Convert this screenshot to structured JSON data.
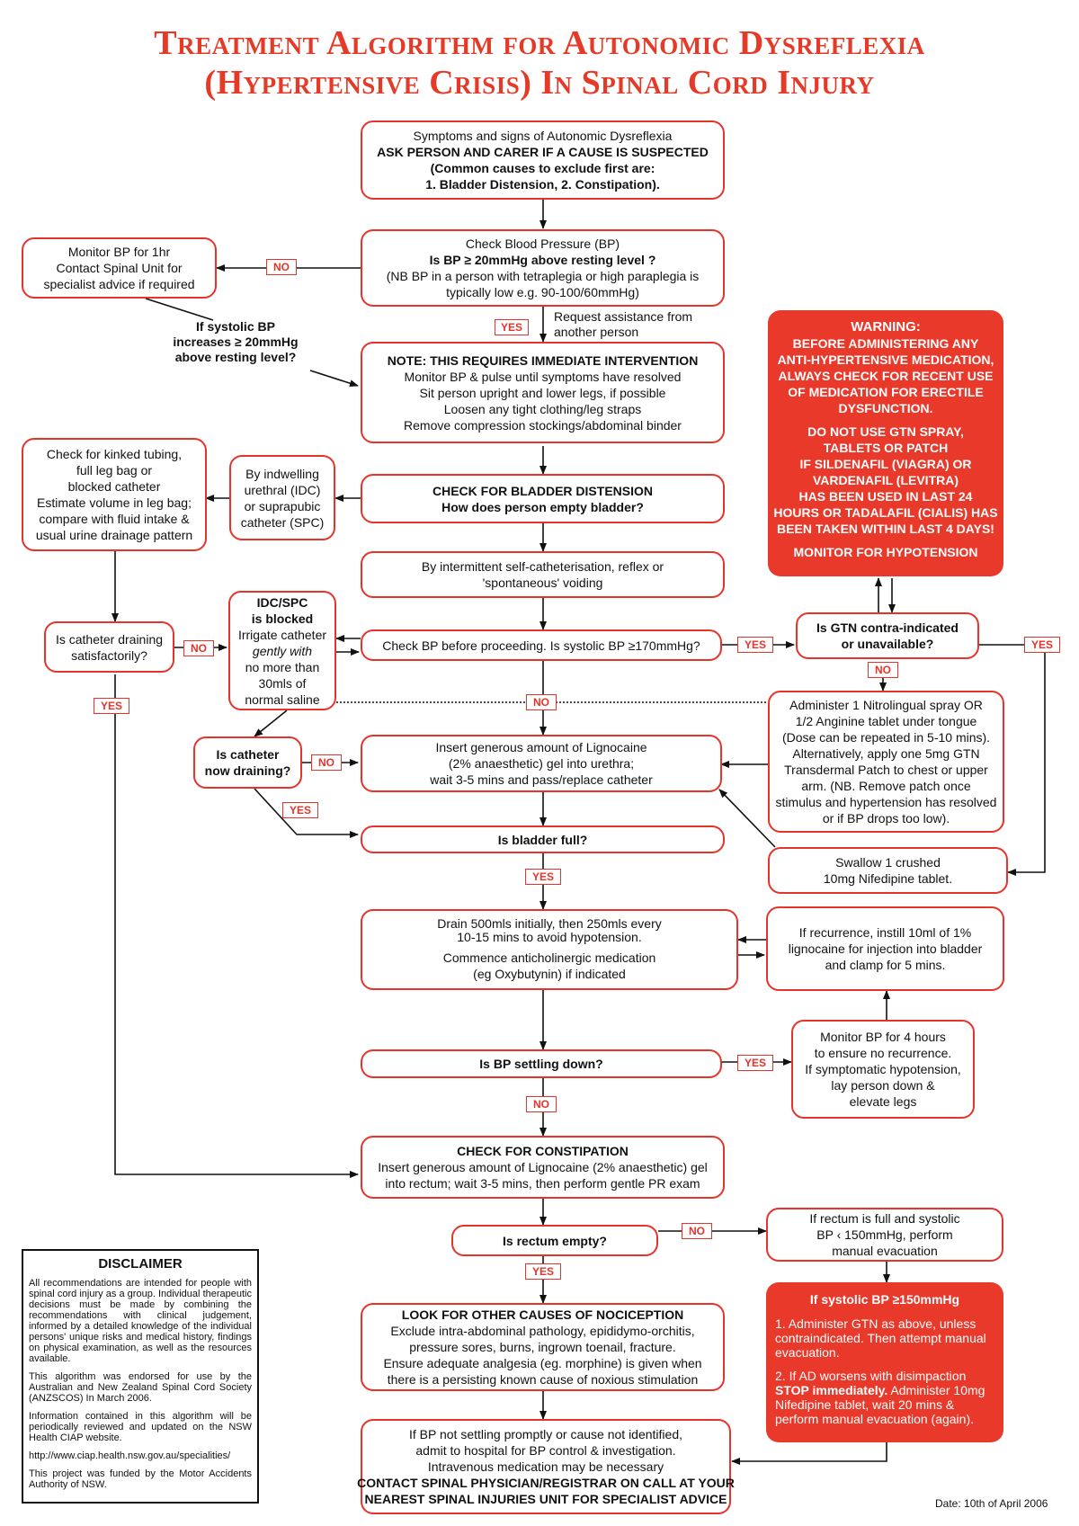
{
  "title": {
    "line1": "Treatment Algorithm  for Autonomic Dysreflexia",
    "line2": "(Hypertensive Crisis) In Spinal Cord Injury"
  },
  "colors": {
    "accent": "#e5342a",
    "warning_fill": "#e8392b",
    "text": "#111111"
  },
  "boxes": {
    "symptoms": {
      "lines": [
        "Symptoms and signs of Autonomic Dysreflexia",
        "ASK PERSON AND CARER IF A CAUSE IS SUSPECTED",
        "(Common causes to exclude first are:",
        "1. Bladder Distension,   2. Constipation)."
      ]
    },
    "check_bp": {
      "lines": [
        "Check Blood Pressure (BP)",
        "Is BP ≥ 20mmHg above resting level ?",
        "(NB BP in a person with tetraplegia or high paraplegia is",
        "typically low e.g. 90-100/60mmHg)"
      ]
    },
    "monitor_1hr": {
      "lines": [
        "Monitor BP for 1hr",
        "Contact Spinal Unit for",
        "specialist advice if required"
      ]
    },
    "request_assist": {
      "lines": [
        "Request assistance from",
        "another person"
      ]
    },
    "systolic_q": {
      "lines": [
        "If systolic BP",
        "increases ≥ 20mmHg",
        "above resting level?"
      ]
    },
    "note": {
      "lines": [
        "NOTE: THIS REQUIRES IMMEDIATE INTERVENTION",
        "Monitor BP & pulse until symptoms have resolved",
        "Sit person upright and lower legs, if possible",
        "Loosen any tight clothing/leg straps",
        "Remove compression stockings/abdominal binder"
      ]
    },
    "kinked": {
      "lines": [
        "Check for kinked tubing,",
        "full leg bag or",
        "blocked catheter",
        "Estimate volume in leg bag;",
        "compare with fluid intake &",
        "usual urine drainage pattern"
      ]
    },
    "indwelling": {
      "lines": [
        "By indwelling",
        "urethral (IDC)",
        "or suprapubic",
        "catheter (SPC)"
      ]
    },
    "bladder_dist": {
      "lines": [
        "CHECK FOR BLADDER DISTENSION",
        "How does person empty bladder?"
      ]
    },
    "intermittent": {
      "lines": [
        "By intermittent self-catheterisation, reflex or",
        "'spontaneous' voiding"
      ]
    },
    "idc_blocked": {
      "lines": [
        "IDC/SPC",
        "is blocked",
        "Irrigate catheter",
        "gently with",
        "no more than",
        "30mls of",
        "normal saline"
      ]
    },
    "cath_draining": {
      "lines": [
        "Is catheter draining",
        "satisfactorily?"
      ]
    },
    "check_bp_170": {
      "lines": [
        "Check BP before proceeding.  Is systolic BP ≥170mmHg?"
      ]
    },
    "gtn_q": {
      "lines": [
        "Is GTN contra-indicated",
        "or unavailable?"
      ]
    },
    "nitro": {
      "lines": [
        "Administer 1 Nitrolingual spray OR",
        "1/2 Anginine tablet under tongue",
        "(Dose can be repeated in 5-10 mins).",
        "Alternatively, apply one 5mg GTN",
        "Transdermal Patch to chest or upper",
        "arm.  (NB. Remove patch once",
        "stimulus and hypertension has resolved",
        "or if BP drops too low)."
      ]
    },
    "cath_now": {
      "lines": [
        "Is catheter",
        "now draining?"
      ]
    },
    "lignocaine_ure": {
      "lines": [
        "Insert generous amount of Lignocaine",
        "(2% anaesthetic) gel into urethra;",
        "wait 3-5 mins and pass/replace catheter"
      ]
    },
    "bladder_full": {
      "lines": [
        "Is bladder full?"
      ]
    },
    "nifedipine": {
      "lines": [
        "Swallow 1 crushed",
        "10mg Nifedipine tablet."
      ]
    },
    "drain": {
      "lines": [
        "Drain 500mls initially, then 250mls every",
        "10-15 mins to avoid hypotension.",
        "Commence anticholinergic medication",
        "(eg Oxybutynin) if indicated"
      ]
    },
    "recurrence": {
      "lines": [
        "If recurrence, instill 10ml of 1%",
        "lignocaine for injection into bladder",
        "and clamp for 5 mins."
      ]
    },
    "settling": {
      "lines": [
        "Is BP settling down?"
      ]
    },
    "monitor_4hr": {
      "lines": [
        "Monitor BP for 4 hours",
        "to ensure no recurrence.",
        "If symptomatic hypotension,",
        "lay person down &",
        "elevate legs"
      ]
    },
    "constipation": {
      "lines": [
        "CHECK FOR CONSTIPATION",
        "Insert generous amount of Lignocaine (2% anaesthetic) gel",
        "into rectum; wait 3-5 mins, then perform gentle PR exam"
      ]
    },
    "rectum_q": {
      "lines": [
        "Is rectum empty?"
      ]
    },
    "rectum_full": {
      "lines": [
        "If rectum is full and systolic",
        "BP ‹ 150mmHg, perform",
        "manual evacuation"
      ]
    },
    "nociception": {
      "lines": [
        "LOOK FOR OTHER CAUSES OF NOCICEPTION",
        "Exclude intra-abdominal pathology, epididymo-orchitis,",
        "pressure sores, burns, ingrown toenail, fracture.",
        "Ensure adequate analgesia (eg. morphine) is given when",
        "there is a persisting known cause of noxious stimulation"
      ]
    },
    "final": {
      "lines": [
        "If BP not settling promptly or cause not identified,",
        "admit to hospital for BP control & investigation.",
        "Intravenous medication may be necessary",
        "CONTACT SPINAL PHYSICIAN/REGISTRAR ON CALL AT YOUR",
        "NEAREST SPINAL INJURIES UNIT FOR SPECIALIST ADVICE"
      ]
    }
  },
  "warning": {
    "lines": [
      "WARNING:",
      "BEFORE ADMINISTERING ANY",
      "ANTI-HYPERTENSIVE MEDICATION,",
      "ALWAYS CHECK FOR RECENT USE",
      "OF MEDICATION FOR ERECTILE",
      "DYSFUNCTION.",
      "DO NOT USE GTN SPRAY,",
      "TABLETS OR PATCH",
      "IF SILDENAFIL (VIAGRA) OR",
      "VARDENAFIL (LEVITRA)",
      "HAS BEEN USED IN LAST 24",
      "HOURS OR TADALAFIL (CIALIS) HAS",
      "BEEN TAKEN WITHIN LAST 4 DAYS!",
      "MONITOR FOR HYPOTENSION"
    ]
  },
  "systolic150": {
    "heading": "If systolic BP ≥150mmHg",
    "p1": "1. Administer GTN as above, unless contraindicated. Then attempt manual evacuation.",
    "p2_lead": "2. If AD worsens with disimpaction",
    "p2_bold": "STOP immediately.",
    "p2_rest": "Administer 10mg Nifedipine tablet, wait 20 mins & perform manual evacuation (again)."
  },
  "labels": {
    "yes": "YES",
    "no": "NO"
  },
  "disclaimer": {
    "heading": "DISCLAIMER",
    "p1": "All recommendations are intended for people with spinal cord injury as a group. Individual therapeutic decisions must be made by combining the recommendations with clinical judgement, informed by a detailed knowledge of the individual persons' unique risks and medical history, findings on physical examination, as well as the resources available.",
    "p2": "This algorithm was endorsed for use by the Australian and New Zealand Spinal Cord Society (ANZSCOS) In March 2006.",
    "p3": "Information contained in this algorithm will be periodically reviewed and updated on the NSW Health CIAP website.",
    "p4": "http://www.ciap.health.nsw.gov.au/specialities/",
    "p5": "This project was funded by the Motor Accidents Authority of NSW."
  },
  "date": "Date: 10th of April 2006"
}
